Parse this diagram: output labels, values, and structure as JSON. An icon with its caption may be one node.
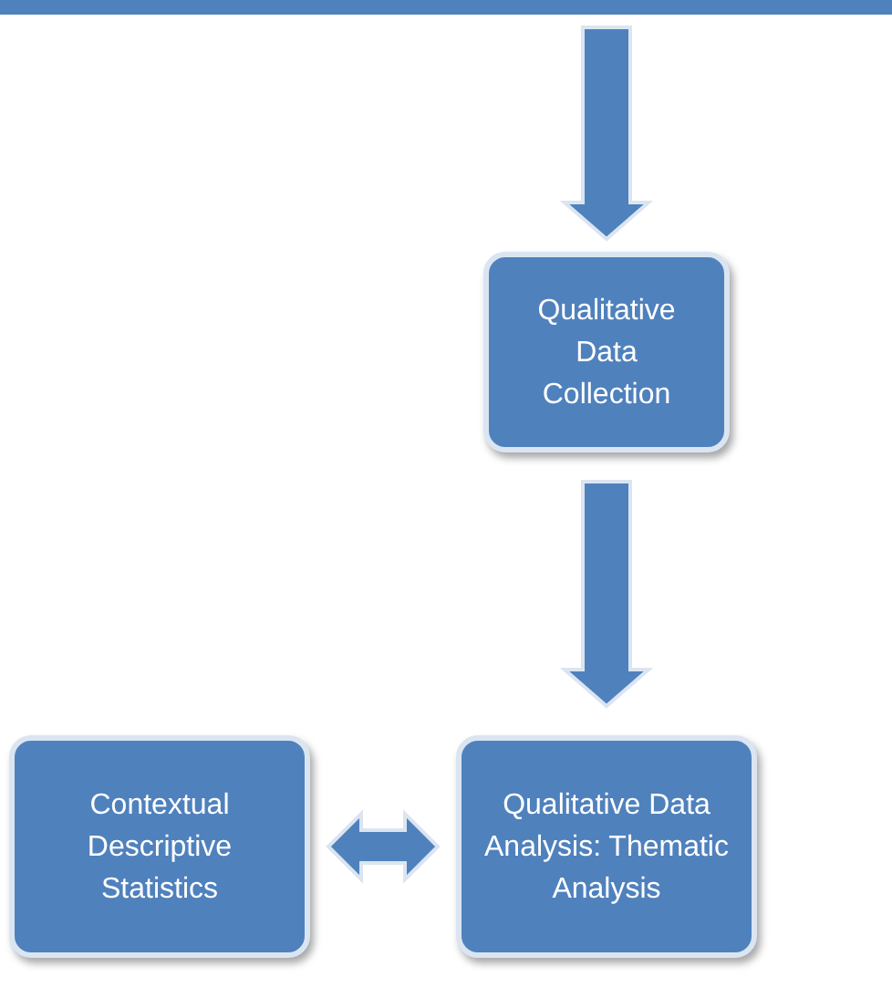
{
  "diagram": {
    "nodes": [
      {
        "text": [],
        "shape": "bar"
      },
      {
        "text": [
          "Qualitative Data Collection"
        ]
      },
      {
        "text": [
          "Contextual Descriptive Statistics"
        ]
      },
      {
        "text": [
          "Qualitative Data Analysis: Thematic Analysis"
        ]
      }
    ],
    "edges": [
      {
        "from": 0,
        "to": 1,
        "arrow": "to"
      },
      {
        "from": 1,
        "to": 3,
        "arrow": "to"
      },
      {
        "from": 2,
        "to": 3,
        "arrow": "both"
      }
    ]
  }
}
